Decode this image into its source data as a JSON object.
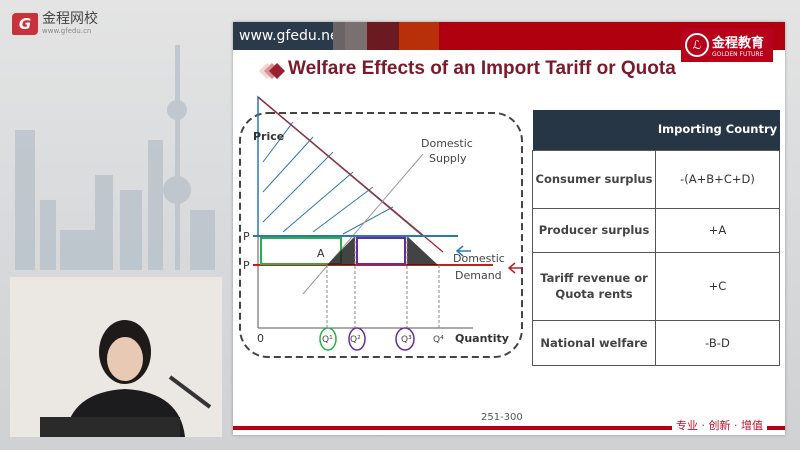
{
  "watermark": {
    "brand": "金程网校",
    "site": "www.gfedu.cn"
  },
  "slide": {
    "url": "www.gfedu.net",
    "brand_cn": "金程教育",
    "brand_en": "GOLDEN FUTURE",
    "title": "Welfare Effects of an Import Tariff or Quota",
    "page_range": "251-300",
    "slogan": "专业 · 创新 · 增值"
  },
  "diagram": {
    "y_axis": "Price",
    "x_axis": "Quantity",
    "origin": "0",
    "supply_label": [
      "Domestic",
      "Supply"
    ],
    "demand_label": [
      "Domestic",
      "Demand"
    ],
    "price_labels": [
      "P",
      "P"
    ],
    "q_labels": [
      "Q¹",
      "Q²",
      "Q³",
      "Q⁴"
    ],
    "area_label": "A"
  },
  "table": {
    "header": [
      "",
      "Importing Country"
    ],
    "rows": [
      {
        "label": "Consumer surplus",
        "value": "-(A+B+C+D)"
      },
      {
        "label": "Producer surplus",
        "value": "+A"
      },
      {
        "label": "Tariff revenue or Quota rents",
        "value": "+C"
      },
      {
        "label": "National welfare",
        "value": "-B-D"
      }
    ]
  }
}
